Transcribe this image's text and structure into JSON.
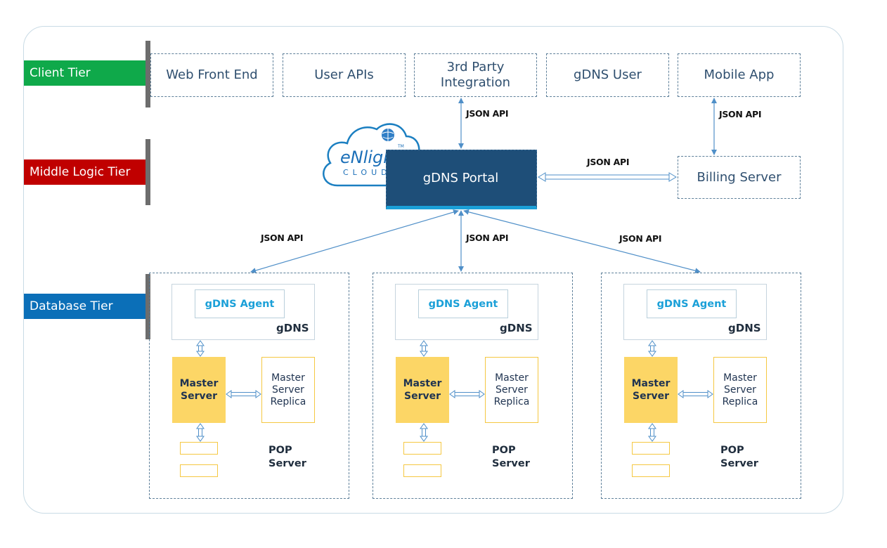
{
  "tiers": {
    "client": {
      "label": "Client Tier",
      "color": "#0fa94a"
    },
    "middle": {
      "label": "Middle Logic Tier",
      "color": "#c00000"
    },
    "database": {
      "label": "Database Tier",
      "color": "#0b6fb8"
    }
  },
  "client_boxes": [
    "Web Front End",
    "User APIs",
    "3rd Party Integration",
    "gDNS User",
    "Mobile App"
  ],
  "logo": {
    "brand": "eNlight",
    "sub": "CLOUD",
    "tm": "TM"
  },
  "portal": {
    "label": "gDNS Portal",
    "color": "#1e4e78"
  },
  "billing": {
    "label": "Billing Server"
  },
  "api_labels": {
    "third_party": "JSON API",
    "mobile": "JSON API",
    "billing": "JSON API",
    "left": "JSON API",
    "center": "JSON API",
    "right": "JSON API"
  },
  "clusters": [
    {
      "agent": "gDNS Agent",
      "gdns": "gDNS",
      "master": "Master Server",
      "replica": "Master Server Replica",
      "pop": "POP Server"
    },
    {
      "agent": "gDNS Agent",
      "gdns": "gDNS",
      "master": "Master Server",
      "replica": "Master Server Replica",
      "pop": "POP Server"
    },
    {
      "agent": "gDNS Agent",
      "gdns": "gDNS",
      "master": "Master Server",
      "replica": "Master Server Replica",
      "pop": "POP Server"
    }
  ]
}
